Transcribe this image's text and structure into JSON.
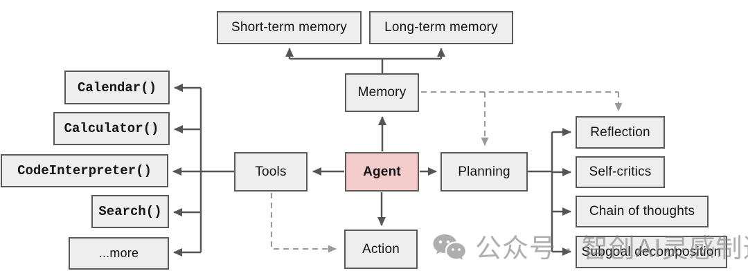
{
  "diagram": {
    "nodes": {
      "short_term_memory": {
        "label": "Short-term memory"
      },
      "long_term_memory": {
        "label": "Long-term memory"
      },
      "memory": {
        "label": "Memory"
      },
      "agent": {
        "label": "Agent"
      },
      "tools": {
        "label": "Tools"
      },
      "planning": {
        "label": "Planning"
      },
      "action": {
        "label": "Action"
      },
      "calendar": {
        "label": "Calendar()"
      },
      "calculator": {
        "label": "Calculator()"
      },
      "code_interpreter": {
        "label": "CodeInterpreter()"
      },
      "search": {
        "label": "Search()"
      },
      "more": {
        "label": "...more"
      },
      "reflection": {
        "label": "Reflection"
      },
      "self_critics": {
        "label": "Self-critics"
      },
      "chain_of_thoughts": {
        "label": "Chain of thoughts"
      },
      "subgoal_decomposition": {
        "label": "Subgoal decomposition"
      }
    },
    "edges": [
      {
        "from": "agent",
        "to": "memory",
        "style": "solid"
      },
      {
        "from": "memory",
        "to": "short_term_memory",
        "style": "solid"
      },
      {
        "from": "memory",
        "to": "long_term_memory",
        "style": "solid"
      },
      {
        "from": "agent",
        "to": "tools",
        "style": "solid"
      },
      {
        "from": "agent",
        "to": "planning",
        "style": "solid"
      },
      {
        "from": "agent",
        "to": "action",
        "style": "solid"
      },
      {
        "from": "tools",
        "to": "calendar",
        "style": "solid"
      },
      {
        "from": "tools",
        "to": "calculator",
        "style": "solid"
      },
      {
        "from": "tools",
        "to": "code_interpreter",
        "style": "solid"
      },
      {
        "from": "tools",
        "to": "search",
        "style": "solid"
      },
      {
        "from": "tools",
        "to": "more",
        "style": "solid"
      },
      {
        "from": "planning",
        "to": "reflection",
        "style": "solid"
      },
      {
        "from": "planning",
        "to": "self_critics",
        "style": "solid"
      },
      {
        "from": "planning",
        "to": "chain_of_thoughts",
        "style": "solid"
      },
      {
        "from": "planning",
        "to": "subgoal_decomposition",
        "style": "solid"
      },
      {
        "from": "memory",
        "to": "planning",
        "style": "dashed"
      },
      {
        "from": "memory",
        "to": "reflection",
        "style": "dashed"
      },
      {
        "from": "tools",
        "to": "action",
        "style": "dashed"
      }
    ],
    "colors": {
      "node_fill": "#eeeeee",
      "node_border": "#595959",
      "agent_fill": "#f4cccc",
      "solid_arrow": "#555555",
      "dashed_arrow": "#999999"
    }
  },
  "watermark": {
    "icon": "wechat-icon",
    "text": "公众号 · 智创AI灵感制造局"
  }
}
